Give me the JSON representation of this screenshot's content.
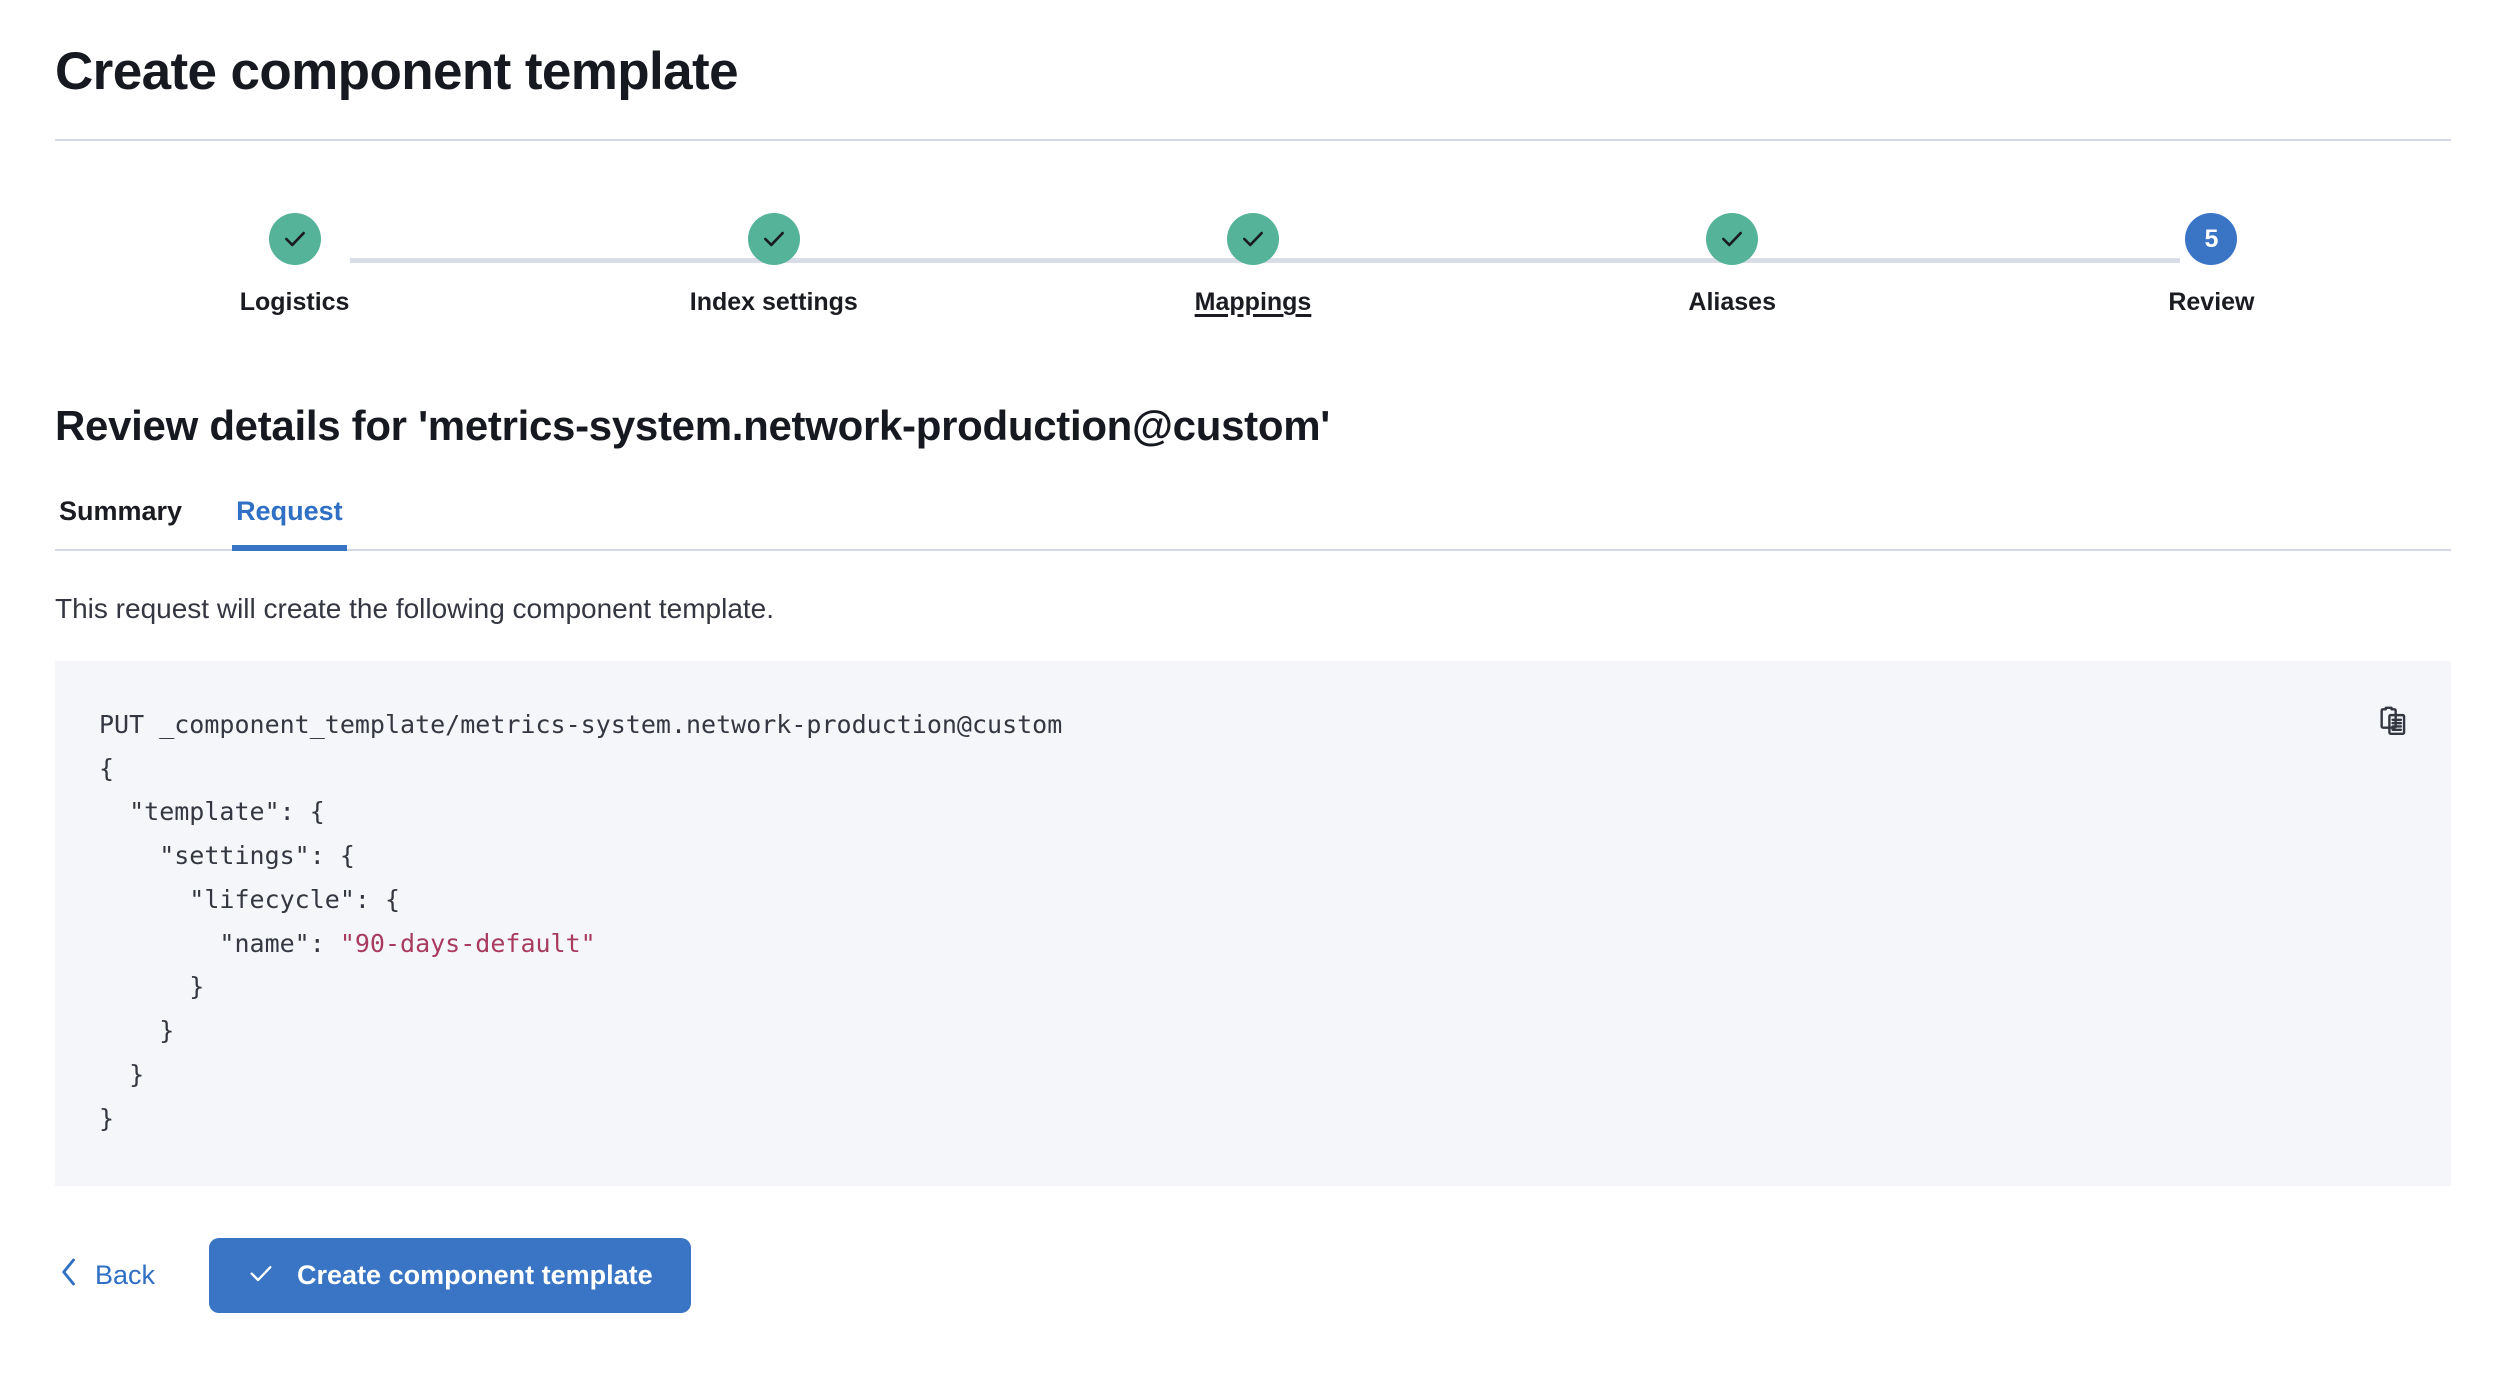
{
  "header": {
    "title": "Create component template"
  },
  "stepper": {
    "steps": [
      {
        "label": "Logistics",
        "state": "complete",
        "number": "1",
        "underlined": false
      },
      {
        "label": "Index settings",
        "state": "complete",
        "number": "2",
        "underlined": false
      },
      {
        "label": "Mappings",
        "state": "complete",
        "number": "3",
        "underlined": true
      },
      {
        "label": "Aliases",
        "state": "complete",
        "number": "4",
        "underlined": false
      },
      {
        "label": "Review",
        "state": "current",
        "number": "5",
        "underlined": false
      }
    ]
  },
  "review": {
    "heading": "Review details for 'metrics-system.network-production@custom'",
    "tabs": [
      {
        "label": "Summary",
        "active": false
      },
      {
        "label": "Request",
        "active": true
      }
    ],
    "description": "This request will create the following component template.",
    "code": {
      "request_line": "PUT _component_template/metrics-system.network-production@custom",
      "line_open_brace": "{",
      "line_template": "  \"template\": {",
      "line_settings": "    \"settings\": {",
      "line_lifecycle": "      \"lifecycle\": {",
      "line_name_key": "        \"name\": ",
      "line_name_value": "\"90-days-default\"",
      "line_close_1": "      }",
      "line_close_2": "    }",
      "line_close_3": "  }",
      "line_close_4": "}",
      "copy_icon": "copy-clipboard-icon"
    }
  },
  "footer": {
    "back_label": "Back",
    "back_icon": "chevron-left-icon",
    "submit_label": "Create component template",
    "submit_icon": "check-icon"
  },
  "colors": {
    "complete_step": "#54b399",
    "current_step": "#3a74c5",
    "primary": "#3a74c5",
    "link": "#2f6fc4",
    "code_bg": "#f5f6fa",
    "code_string": "#a83b5e",
    "divider": "#d3dae6"
  }
}
